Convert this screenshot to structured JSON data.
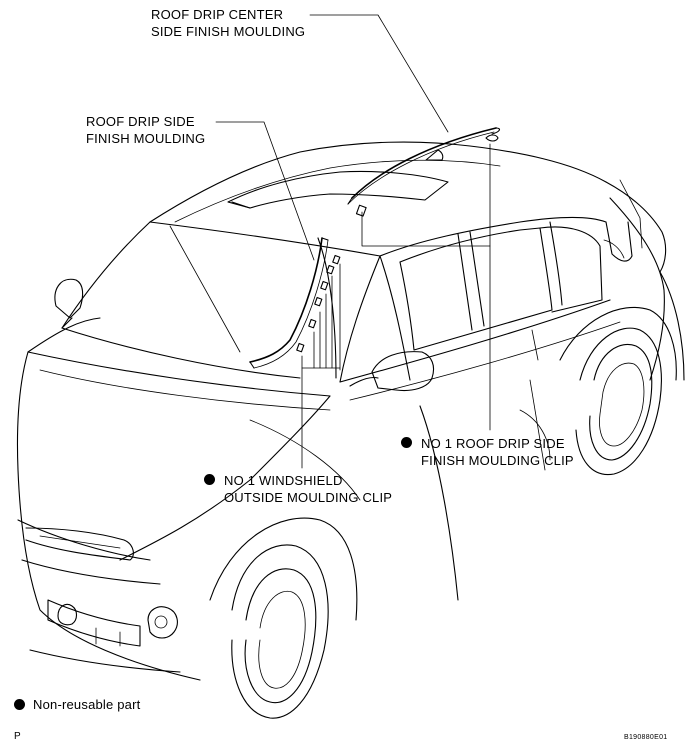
{
  "labels": {
    "roof_drip_center": [
      "ROOF DRIP CENTER",
      "SIDE FINISH MOULDING"
    ],
    "roof_drip_side": [
      "ROOF DRIP SIDE",
      "FINISH MOULDING"
    ],
    "roof_drip_clip": [
      "NO  1 ROOF DRIP SIDE",
      "FINISH MOULDING CLIP"
    ],
    "windshield_clip": [
      "NO  1 WINDSHIELD",
      "OUTSIDE MOULDING CLIP"
    ]
  },
  "legend": {
    "non_reusable": "Non-reusable part"
  },
  "figure_code": "B190880E01",
  "corner_mark": "P",
  "colors": {
    "line": "#000000",
    "background": "#ffffff"
  },
  "icons": {
    "non_reusable_marker": "filled-circle"
  }
}
